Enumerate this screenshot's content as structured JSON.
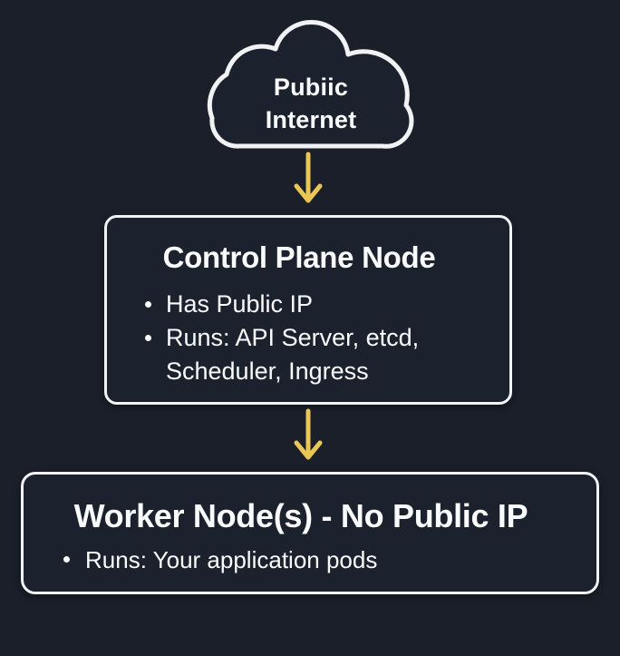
{
  "colors": {
    "background": "#1a1f29",
    "box_fill": "#1c222d",
    "stroke": "#f1f2f4",
    "text": "#fafbfc",
    "arrow": "#e9c655"
  },
  "icons": {
    "cloud": "cloud-icon",
    "arrow_down": "arrow-down-icon"
  },
  "cloud": {
    "label": "Pubiic\nInternet"
  },
  "control_node": {
    "title": "Control Plane Node",
    "bullets": [
      "Has Public IP",
      "Runs: API Server, etcd,\nScheduler, Ingress"
    ]
  },
  "worker_node": {
    "title": "Worker Node(s) - No Public IP",
    "bullets": [
      "Runs: Your application pods"
    ]
  }
}
